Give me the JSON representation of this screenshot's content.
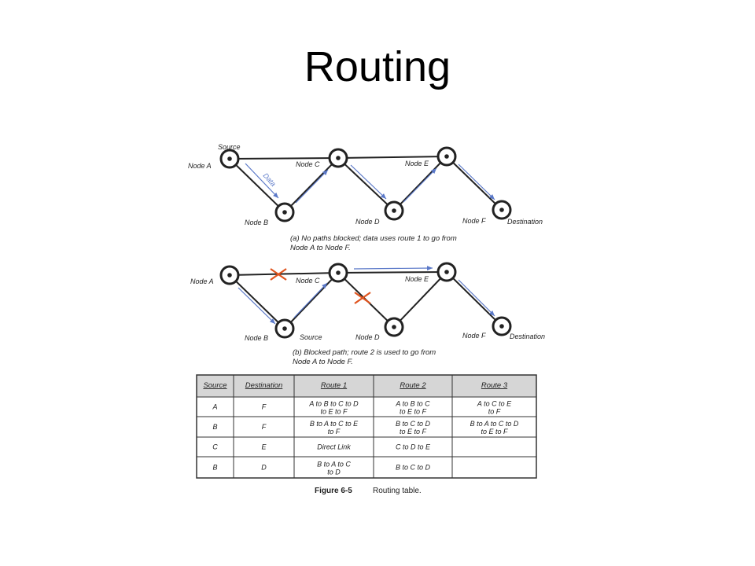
{
  "title": "Routing",
  "diagram_a": {
    "labels": {
      "source": "Source",
      "node_a": "Node A",
      "node_b": "Node B",
      "node_c": "Node C",
      "node_d": "Node D",
      "node_e": "Node E",
      "node_f": "Node F",
      "destination": "Destination",
      "data": "Data"
    },
    "caption_line1": "(a) No paths blocked; data uses route 1 to go from",
    "caption_line2": "Node A to Node F."
  },
  "diagram_b": {
    "labels": {
      "node_a": "Node A",
      "node_b": "Node B",
      "node_c": "Node C",
      "node_d": "Node D",
      "node_e": "Node E",
      "node_f": "Node F",
      "source": "Source",
      "destination": "Destination"
    },
    "caption_line1": "(b) Blocked path; route 2 is used to go from",
    "caption_line2": "Node A to Node F."
  },
  "table": {
    "headers": {
      "source": "Source",
      "destination": "Destination",
      "route1": "Route 1",
      "route2": "Route 2",
      "route3": "Route 3"
    },
    "rows": [
      {
        "source": "A",
        "destination": "F",
        "route1": [
          "A to B to C to D",
          "to E to F"
        ],
        "route2": [
          "A to B to C",
          "to E to F"
        ],
        "route3": [
          "A to C to E",
          "to F"
        ]
      },
      {
        "source": "B",
        "destination": "F",
        "route1": [
          "B to A to C to E",
          "to F"
        ],
        "route2": [
          "B to C to D",
          "to E to F"
        ],
        "route3": [
          "B to A to C to D",
          "to E to F"
        ]
      },
      {
        "source": "C",
        "destination": "E",
        "route1": [
          "Direct Link",
          ""
        ],
        "route2": [
          "C to D to E",
          ""
        ],
        "route3": [
          "",
          ""
        ]
      },
      {
        "source": "B",
        "destination": "D",
        "route1": [
          "B to A to C",
          "to D"
        ],
        "route2": [
          "B to C to D",
          ""
        ],
        "route3": [
          "",
          ""
        ]
      }
    ]
  },
  "figure": {
    "label": "Figure 6-5",
    "caption": "Routing table."
  },
  "colors": {
    "arrow": "#5a78c8",
    "block": "#e0541e"
  }
}
